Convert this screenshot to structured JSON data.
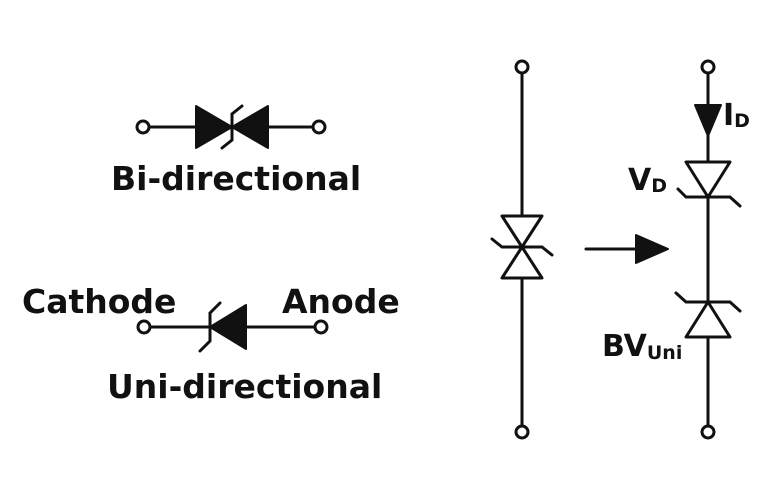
{
  "labels": {
    "bidirectional": "Bi-directional",
    "cathode": "Cathode",
    "anode": "Anode",
    "unidirectional": "Uni-directional",
    "current_main": "I",
    "current_sub": "D",
    "voltage_main": "V",
    "voltage_sub": "D",
    "breakdown_main": "BV",
    "breakdown_sub": "Uni"
  },
  "colors": {
    "stroke": "#111111",
    "background": "#ffffff"
  }
}
